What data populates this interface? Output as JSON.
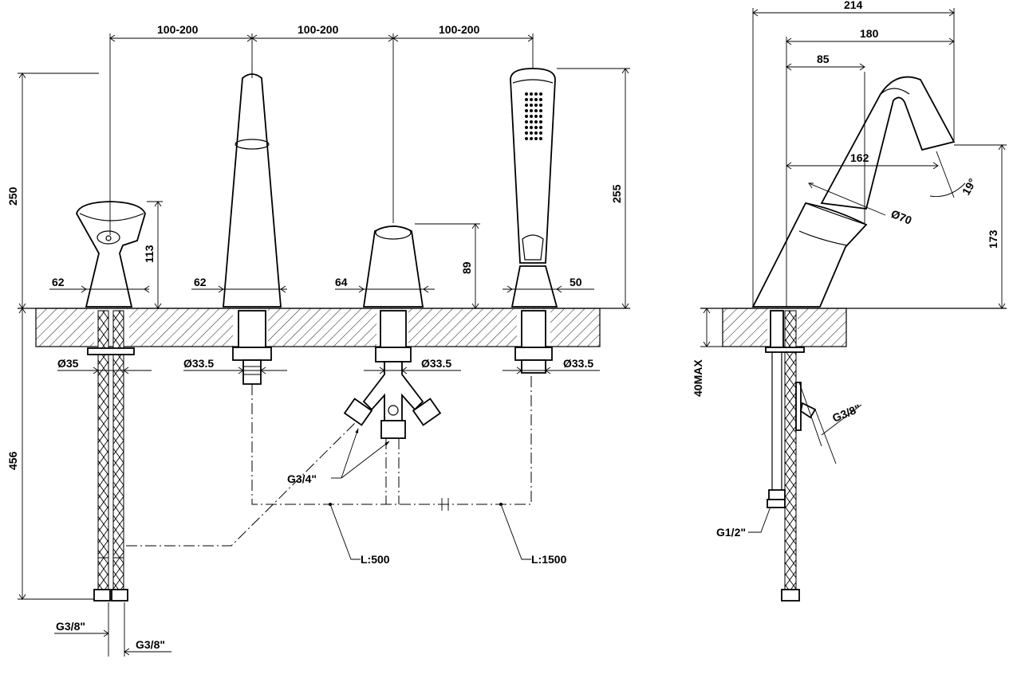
{
  "front_view": {
    "spacing_1": "100-200",
    "spacing_2": "100-200",
    "spacing_3": "100-200",
    "height_overall": "250",
    "height_handle": "113",
    "height_diverter": "89",
    "height_shower": "255",
    "depth_below": "456",
    "base_handle": "62",
    "base_spout": "62",
    "base_diverter": "64",
    "base_shower": "50",
    "dia_handle": "Ø35",
    "dia_spout": "Ø33.5",
    "dia_diverter": "Ø33.5",
    "dia_shower": "Ø33.5",
    "thread_diverter": "G3/4\"",
    "hose_length_1": "L:500",
    "hose_length_2": "L:1500",
    "thread_hose_left": "G3/8\"",
    "thread_hose_right": "G3/8\""
  },
  "side_view": {
    "depth_total": "214",
    "depth_spout": "180",
    "depth_tip": "85",
    "depth_body": "162",
    "angle": "19°",
    "diameter": "Ø70",
    "height": "173",
    "deck_max": "40MAX",
    "thread_outlet": "G3/8\"",
    "thread_inlet": "G1/2\""
  }
}
